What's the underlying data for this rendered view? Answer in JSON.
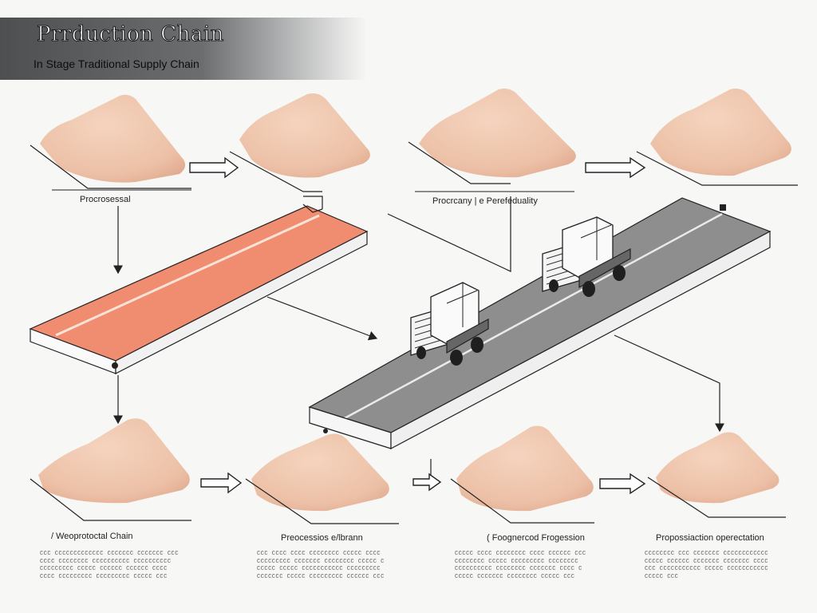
{
  "header": {
    "title": "Prrduction Chain",
    "subtitle": "In Stage Traditional Supply Chain"
  },
  "top_labels": {
    "left": "Procrosessal",
    "right": "Procrcany | e Perefeduality"
  },
  "bottom_labels": [
    "/ Weoprotoctal Chain",
    "Preocessios e/lbrann",
    "( Foognercod Frogession",
    "Propossiaction operectation"
  ],
  "bottom_fine_print": [
    [
      "CCC CCCCCCCCCCCCC CCCCCCC CCCCCCC CCC",
      "CCCC CCCCCCCC CCCCCCCCCC CCCCCCCCCC",
      "CCCCCCCCC CCCCC CCCCCC CCCCCC CCCC",
      "CCCC CCCCCCCCC CCCCCCCCC CCCCC CCC"
    ],
    [
      "CCC CCCC CCCC CCCCCCCC CCCCC CCCC",
      "CCCCCCCCC CCCCCCC CCCCCCCC CCCCC C",
      "CCCCC CCCCC CCCCCCCCCCC CCCCCCCCC",
      "CCCCCCC CCCCC CCCCCCCCC CCCCCC CCC"
    ],
    [
      "CCCCC CCCC CCCCCCCC CCCC CCCCCC CCC",
      "CCCCCCCC CCCCC CCCCCCCCC CCCCCCCC",
      "CCCCCCCCCC CCCCCCCC CCCCCCC CCCC C",
      "CCCCC CCCCCCC CCCCCCCC CCCCC CCC"
    ],
    [
      "CCCCCCCC CCC CCCCCCC CCCCCCCCCCCC",
      "CCCCC CCCCCC CCCCCCC CCCCCCC CCCC",
      "CCC CCCCCCCCCCC CCCCC CCCCCCCCCCC",
      "CCCCC CCC"
    ]
  ],
  "colors": {
    "pile": "#efc6ad",
    "pile_shadow": "#e3ab8f",
    "salmon_belt": "#f08c70",
    "gray_belt": "#8e8e8e",
    "belt_edge": "#f4f4f4",
    "ink": "#1c1c1c",
    "banner": "#555759"
  }
}
